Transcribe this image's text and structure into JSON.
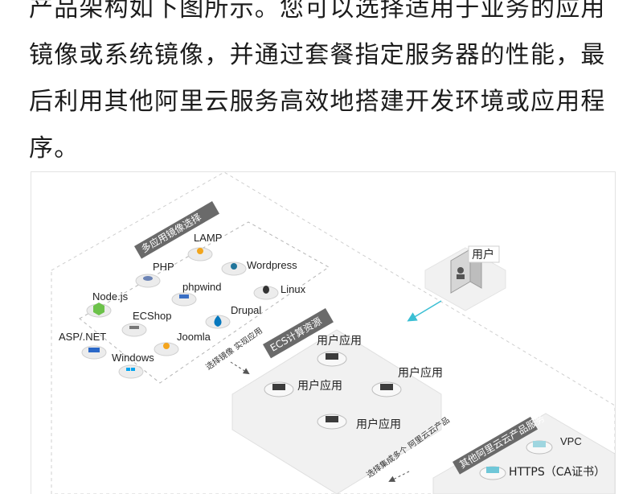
{
  "paragraph": {
    "line_1": "产品架构如下图所示。您可以选择适用于业务的应用",
    "line_2": "镜像或系统镜像，并通过套餐指定服务器的性能，最",
    "line_3": "后利用其他阿里云服务高效地搭建开发环境或应用程",
    "line_4": "序。"
  },
  "diagram": {
    "image_group_label": "多应用镜像选择",
    "apps": {
      "lamp": "LAMP",
      "php": "PHP",
      "wordpress": "Wordpress",
      "phpwind": "phpwind",
      "linux": "Linux",
      "nodejs": "Node.js",
      "ecshop": "ECShop",
      "drupal": "Drupal",
      "aspnet": "ASP/.NET",
      "joomla": "Joomla",
      "windows": "Windows"
    },
    "select_image_label": "选择镜像 实现应用",
    "ecs_label": "ECS计算资源",
    "user_app_1": "用户应用",
    "user_app_2": "用户应用",
    "user_app_3": "用户应用",
    "user_app_4": "用户应用",
    "user_label": "用户",
    "other_services_label": "其他阿里云云产品服务",
    "integration_label": "选择集成多个 阿里云云产品",
    "vpc_label": "VPC",
    "https_label": "HTTPS（CA证书）",
    "colors": {
      "tag_bg": "#6a6a6a",
      "zone_bg": "#f1f1f1",
      "arrow": "#3bbfd4"
    }
  }
}
